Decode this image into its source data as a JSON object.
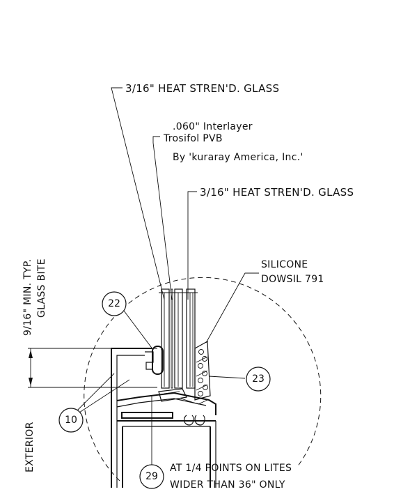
{
  "labels": {
    "outer_glass": "3/16\" HEAT STREN'D. GLASS",
    "interlayer_line1": ".060\" Interlayer",
    "interlayer_line2": "Trosifol PVB",
    "interlayer_line3": "By 'kuraray America, Inc.'",
    "inner_glass": "3/16\" HEAT STREN'D. GLASS",
    "silicone_line1": "SILICONE",
    "silicone_line2": "DOWSIL 791",
    "bite_line1": "9/16\" MIN. TYP.",
    "bite_line2": "GLASS BITE",
    "exterior": "EXTERIOR",
    "setting_block_line1": "AT 1/4 POINTS ON LITES",
    "setting_block_line2": "WIDER THAN 36\" ONLY"
  },
  "callouts": {
    "c22": "22",
    "c23": "23",
    "c10": "10",
    "c29": "29"
  }
}
